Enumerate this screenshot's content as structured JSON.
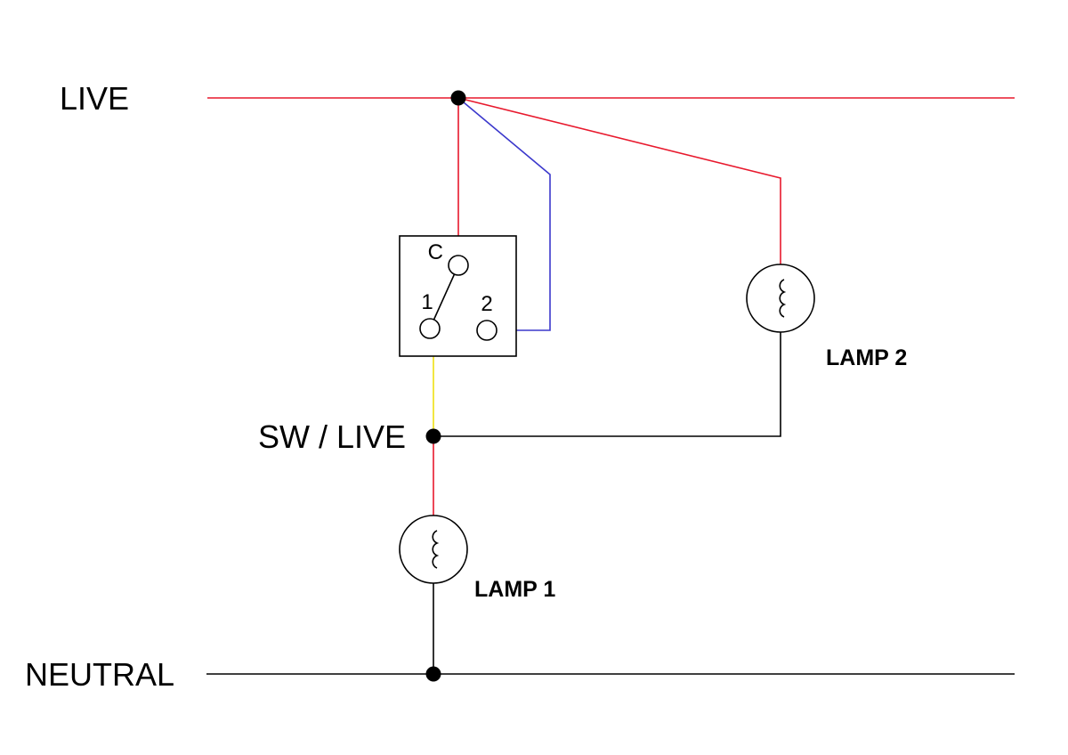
{
  "labels": {
    "live": "LIVE",
    "neutral": "NEUTRAL",
    "sw_live": "SW / LIVE",
    "lamp1": "LAMP 1",
    "lamp2": "LAMP 2",
    "terminal_c": "C",
    "terminal_1": "1",
    "terminal_2": "2"
  },
  "colors": {
    "live_wire": "#e8192d",
    "loop_wire": "#3b38cc",
    "switched_wire": "#efdf12",
    "neutral_wire": "#000000",
    "junction_dot": "#000000"
  }
}
